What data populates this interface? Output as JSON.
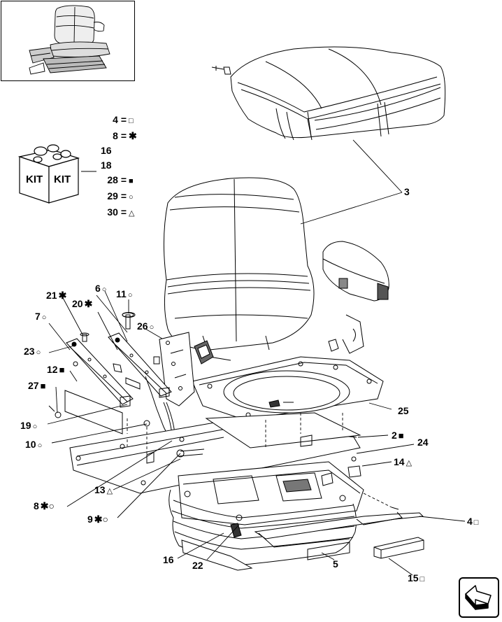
{
  "kit": {
    "label_left": "KIT",
    "label_right": "KIT"
  },
  "legend": [
    {
      "num": "4",
      "sym": "□",
      "eq": "="
    },
    {
      "num": "8",
      "sym": "✱",
      "eq": "="
    },
    {
      "num": "16",
      "sym": "",
      "eq": ""
    },
    {
      "num": "18",
      "sym": "",
      "eq": ""
    },
    {
      "num": "28",
      "sym": "■",
      "eq": "="
    },
    {
      "num": "29",
      "sym": "○",
      "eq": "="
    },
    {
      "num": "30",
      "sym": "△",
      "eq": "="
    }
  ],
  "callouts": {
    "c3": {
      "num": "3",
      "sym": ""
    },
    "c21": {
      "num": "21",
      "sym": "✱"
    },
    "c6": {
      "num": "6",
      "sym": "○"
    },
    "c11": {
      "num": "11",
      "sym": "○"
    },
    "c20": {
      "num": "20",
      "sym": "✱"
    },
    "c7": {
      "num": "7",
      "sym": "○"
    },
    "c26": {
      "num": "26",
      "sym": "○"
    },
    "c23": {
      "num": "23",
      "sym": "○"
    },
    "c12": {
      "num": "12",
      "sym": "■"
    },
    "c27": {
      "num": "27",
      "sym": "■"
    },
    "c25": {
      "num": "25",
      "sym": ""
    },
    "c19": {
      "num": "19",
      "sym": "○"
    },
    "c10": {
      "num": "10",
      "sym": "○"
    },
    "c2": {
      "num": "2",
      "sym": "■"
    },
    "c24": {
      "num": "24",
      "sym": ""
    },
    "c14": {
      "num": "14",
      "sym": "△"
    },
    "c13": {
      "num": "13",
      "sym": "△"
    },
    "c8": {
      "num": "8",
      "sym": "✱○"
    },
    "c9": {
      "num": "9",
      "sym": "✱○"
    },
    "c4": {
      "num": "4",
      "sym": "□"
    },
    "c16": {
      "num": "16",
      "sym": ""
    },
    "c22": {
      "num": "22",
      "sym": ""
    },
    "c5": {
      "num": "5",
      "sym": ""
    },
    "c15": {
      "num": "15",
      "sym": "□"
    }
  }
}
